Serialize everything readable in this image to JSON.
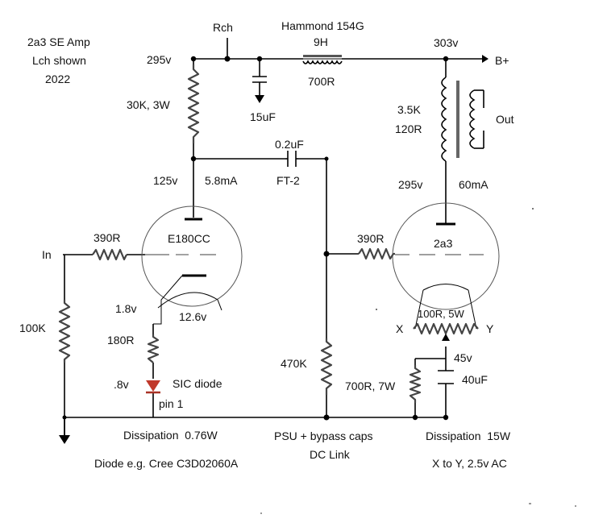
{
  "title": {
    "line1": "2a3 SE Amp",
    "line2": "Lch shown",
    "line3": "2022"
  },
  "supply": {
    "rch": "Rch",
    "choke_name": "Hammond 154G",
    "choke_inductance": "9H",
    "choke_resistance": "700R",
    "b_minus_side_voltage": "295v",
    "b_plus_voltage": "303v",
    "b_plus_label": "B+",
    "filter_cap": "15uF"
  },
  "driver": {
    "plate_resistor": "30K, 3W",
    "plate_voltage": "125v",
    "plate_current": "5.8mA",
    "tube": "E180CC",
    "heater": "12.6v",
    "input_label": "In",
    "grid_stopper": "390R",
    "grid_leak": "100K",
    "cathode_voltage": "1.8v",
    "cathode_resistor": "180R",
    "diode_voltage": ".8v",
    "diode": "SIC diode",
    "pin": "pin 1",
    "dissipation": "Dissipation  0.76W",
    "diode_note": "Diode e.g. Cree C3D02060A"
  },
  "coupling": {
    "cap_value": "0.2uF",
    "cap_type": "FT-2",
    "grid_leak": "470K",
    "psu_note": "PSU + bypass caps",
    "dc_link": "DC Link"
  },
  "output": {
    "transformer_primary": "3.5K",
    "transformer_resistance": "120R",
    "out_label": "Out",
    "plate_voltage": "295v",
    "plate_current": "60mA",
    "grid_stopper": "390R",
    "tube": "2a3",
    "hum_pot": "100R, 5W",
    "x_label": "X",
    "y_label": "Y",
    "bias_voltage": "45v",
    "cathode_resistor": "700R, 7W",
    "cathode_cap": "40uF",
    "dissipation": "Dissipation  15W",
    "heater_note": "X to Y, 2.5v AC"
  }
}
